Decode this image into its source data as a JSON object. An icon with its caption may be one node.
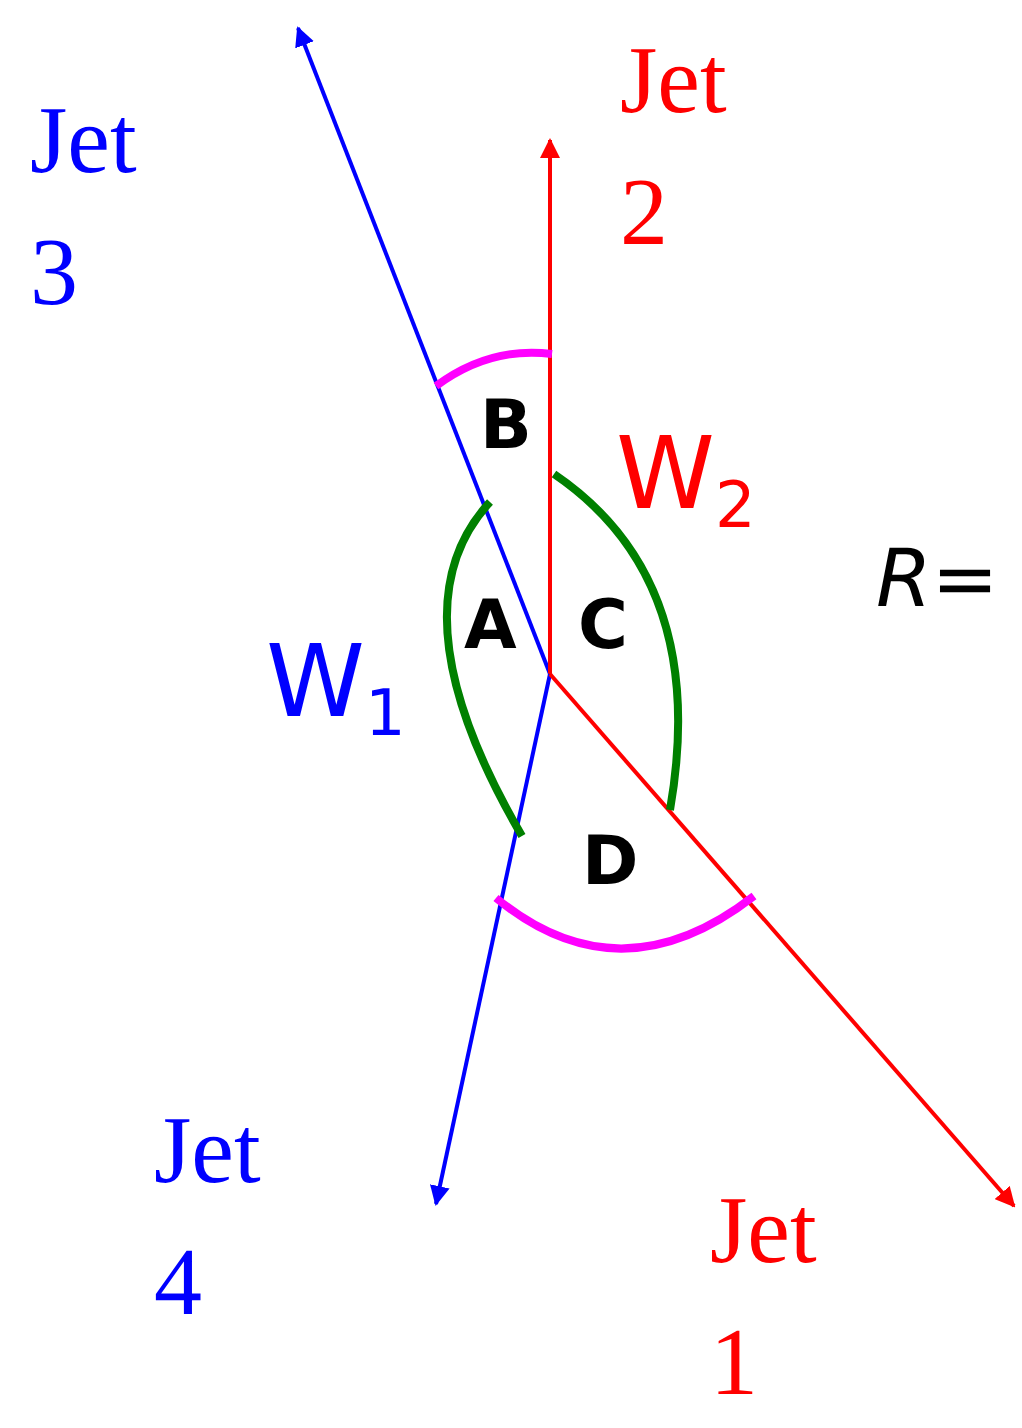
{
  "diagram": {
    "labels": [
      "Jet 2",
      "Jet 3",
      "B",
      "W$_{2}$",
      "R=",
      "A",
      "C",
      "W$_{1}$",
      "D",
      "Jet 4",
      "Jet 1"
    ]
  }
}
